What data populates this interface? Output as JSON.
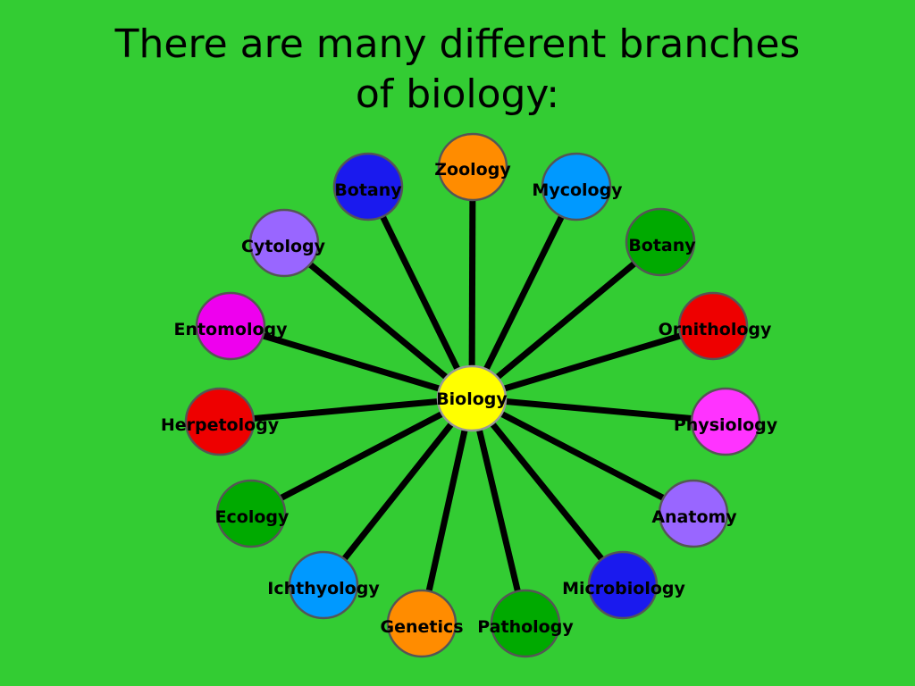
{
  "title": {
    "line1": "There are many different branches",
    "line2": "of biology:"
  },
  "diagram": {
    "hub": {
      "label": "Biology",
      "color": "#ffff00"
    },
    "branches": [
      {
        "label": "Zoology",
        "color": "#ff8c00"
      },
      {
        "label": "Mycology",
        "color": "#0099ff"
      },
      {
        "label": "Botany",
        "color": "#00aa00"
      },
      {
        "label": "Ornithology",
        "color": "#ee0000"
      },
      {
        "label": "Physiology",
        "color": "#ff33ff"
      },
      {
        "label": "Anatomy",
        "color": "#9966ff"
      },
      {
        "label": "Microbiology",
        "color": "#1a1aee"
      },
      {
        "label": "Pathology",
        "color": "#00aa00"
      },
      {
        "label": "Genetics",
        "color": "#ff8c00"
      },
      {
        "label": "Ichthyology",
        "color": "#0099ff"
      },
      {
        "label": "Ecology",
        "color": "#00aa00"
      },
      {
        "label": "Herpetology",
        "color": "#ee0000"
      },
      {
        "label": "Entomology",
        "color": "#ee00ee"
      },
      {
        "label": "Cytology",
        "color": "#9966ff"
      },
      {
        "label": "Botany",
        "color": "#1a1aee"
      }
    ]
  }
}
